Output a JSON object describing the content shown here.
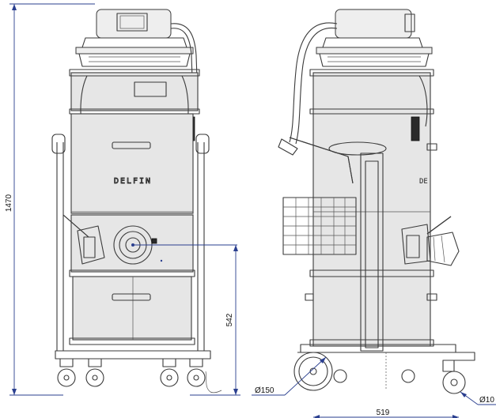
{
  "drawing": {
    "brand_front": "DELFIN",
    "brand_side": "DE",
    "dimensions": {
      "total_height": "1470",
      "inlet_height": "542",
      "width": "519",
      "wheel_large": "Ø150",
      "wheel_small": "Ø10"
    }
  },
  "colors": {
    "outline": "#3a3a3a",
    "body": "#e6e6e6",
    "dimension_lines": "#2a3f8f"
  }
}
